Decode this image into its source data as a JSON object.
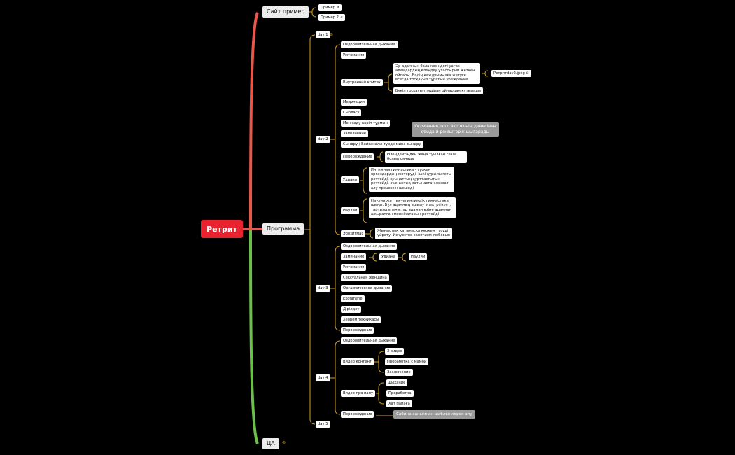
{
  "root": {
    "label": "Ретрит"
  },
  "branches": {
    "site": {
      "label": "Сайт пример",
      "links": [
        "Пример",
        "Пример 2"
      ]
    },
    "program": {
      "label": "Программа"
    },
    "ca": {
      "label": "ЦА"
    }
  },
  "days": {
    "day1": "day 1",
    "day2": {
      "label": "day 2",
      "items": [
        "Оздоровительная дыхание.",
        "Умтомания",
        "Внутренний критик",
        "Медитация",
        "Сырласу",
        "Мен саду көріп тұрмын",
        "Заполнение",
        "Сындру / Бейсаналы түрде мина сындру",
        "Перерождение",
        "Удиана",
        "Наулии",
        "Эрозитмас"
      ],
      "critic_children": [
        "Әр адамның бала кезіндегі уағаз адамдардың,өлеңдеу.ұтастырып жеткен ойлары. Бәдің қаждуымызға жетуге всегда тосқауыл тұратын убеждение",
        "Бұкіл тосқауыл тудіран ойлардан құтылады"
      ],
      "critic_file": "Ретритday2.jpeg",
      "awareness_note": "Осознание того что өзінің денесінен обида и реніштерін шығарады",
      "rebirth_note": "Өлеңдейтінден жаңа туылған сезім болып оянады",
      "udiyana_note": "Интимная гимнастика - түскен органдардың жетеруді. Ішкі құрылымсты реттейді, қуыңаттың құрттастығын реттейді, жыныстық қатынастан ләззат алу процессін шешеді",
      "nauli_note": "Наулин жаттығуы интимдік гимнастика шыңы. Бұл адамның ашылу электргізілгі, тартылдылығы, әр адаман өзіне адамнан ажыратған меннікатарын реттейді",
      "eroticism_note": "Жыныстық қатынасқа көркем түсуді үйрету. Искусство занятием любовью"
    },
    "day3": {
      "label": "day 3",
      "items": [
        "Оздоровительная дыхание",
        "Заминание",
        "Умтомания",
        "Сексуальная женщина",
        "Оргазмическое дыхание",
        "Exotanene",
        "Дірілдеу",
        "Хеорем техникасы",
        "Перерождение"
      ],
      "zaminanie_children": [
        "Удиана",
        "Наулии"
      ]
    },
    "day4": {
      "label": "day 4",
      "items": [
        "Оздоровительная дыхание",
        "Видео контент",
        "Видео про папу",
        "Перерождение"
      ],
      "video_children": [
        "3 видео",
        "Проработка с мамой",
        "Заключение"
      ],
      "papa_children": [
        "Дыхание",
        "Проработка",
        "Хат папаға"
      ],
      "rebirth_note": "Сабина ханымнан шаблон керек алу"
    },
    "day5": "day 5"
  },
  "colors": {
    "root": "#e8232f",
    "top_branch": "#e8574a",
    "bottom_branch": "#6dbf4b",
    "connector": "#d4a017"
  },
  "icons": {
    "external_link": "external-link-icon",
    "attach": "paperclip-icon",
    "target": "target-icon"
  }
}
